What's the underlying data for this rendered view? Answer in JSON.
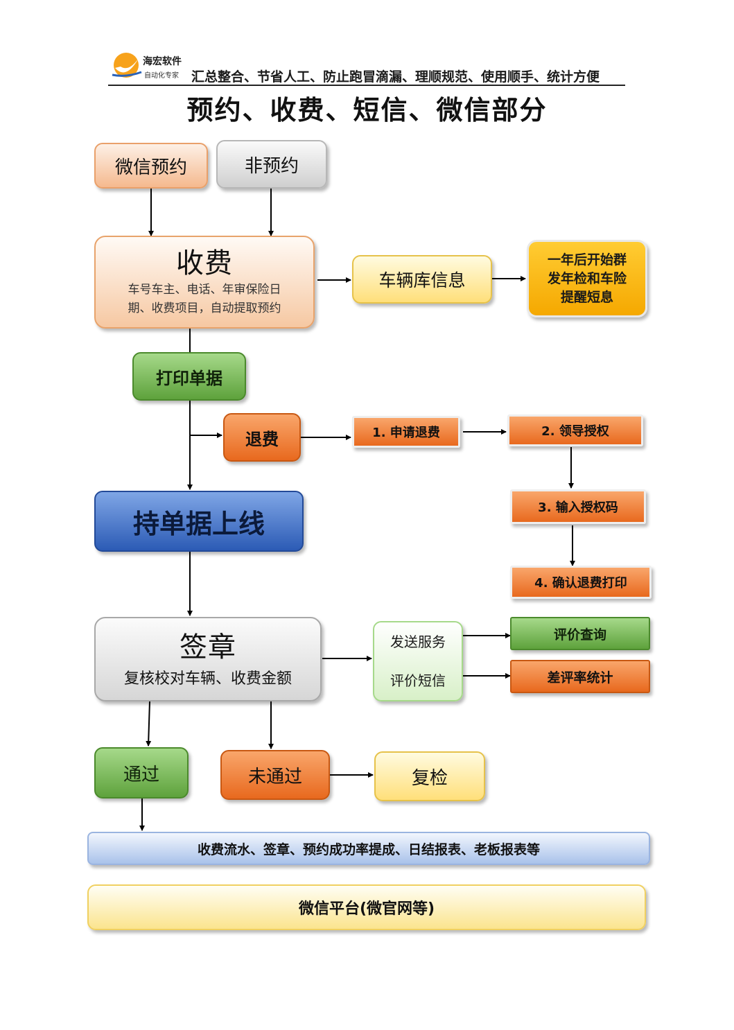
{
  "header": {
    "logo_name": "海宏软件",
    "logo_sub": "自动化专家",
    "slogan": "汇总整合、节省人工、防止跑冒滴漏、理顺规范、使用顺手、统计方便"
  },
  "title": "预约、收费、短信、微信部分",
  "nodes": {
    "wechat_booking": "微信预约",
    "non_booking": "非预约",
    "charge_title": "收费",
    "charge_desc_1": "车号车主、电话、年审保险日",
    "charge_desc_2": "期、收费项目，自动提取预约",
    "vehicle_db": "车辆库信息",
    "sms_1": "一年后开始群",
    "sms_2": "发年检和车险",
    "sms_3": "提醒短息",
    "print_receipt": "打印单据",
    "refund": "退费",
    "refund_step1": "1. 申请退费",
    "refund_step2": "2. 领导授权",
    "refund_step3": "3. 输入授权码",
    "refund_step4": "4. 确认退费打印",
    "online": "持单据上线",
    "sign_title": "签章",
    "sign_desc": "复核校对车辆、收费金额",
    "send_service": "发送服务",
    "review_sms": "评价短信",
    "review_query": "评价查询",
    "bad_review_stats": "差评率统计",
    "pass": "通过",
    "fail": "未通过",
    "recheck": "复检",
    "reports": "收费流水、签章、预约成功率提成、日结报表、老板报表等",
    "wechat_platform": "微信平台(微官网等)"
  }
}
